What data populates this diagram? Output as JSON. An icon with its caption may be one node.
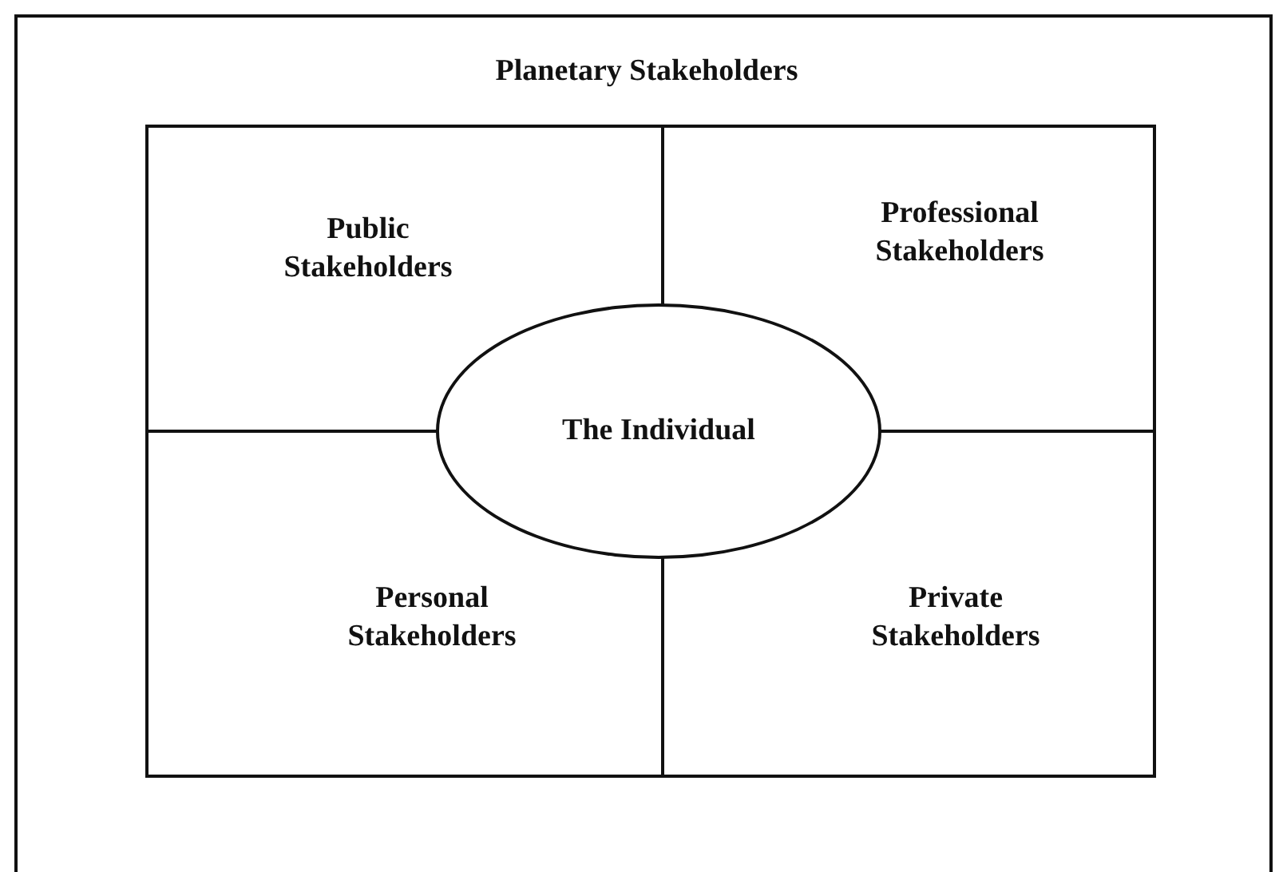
{
  "diagram": {
    "nodes": [
      {
        "text": [
          "Planetary Stakeholders"
        ]
      },
      {
        "text": [
          "Public Stakeholders"
        ],
        "in": 0
      },
      {
        "text": [
          "Professional Stakeholders"
        ],
        "in": 0
      },
      {
        "text": [
          "The Individual"
        ],
        "in": 0
      },
      {
        "text": [
          "Personal Stakeholders"
        ],
        "in": 0
      },
      {
        "text": [
          "Private Stakeholders"
        ],
        "in": 0
      }
    ],
    "edges": []
  }
}
